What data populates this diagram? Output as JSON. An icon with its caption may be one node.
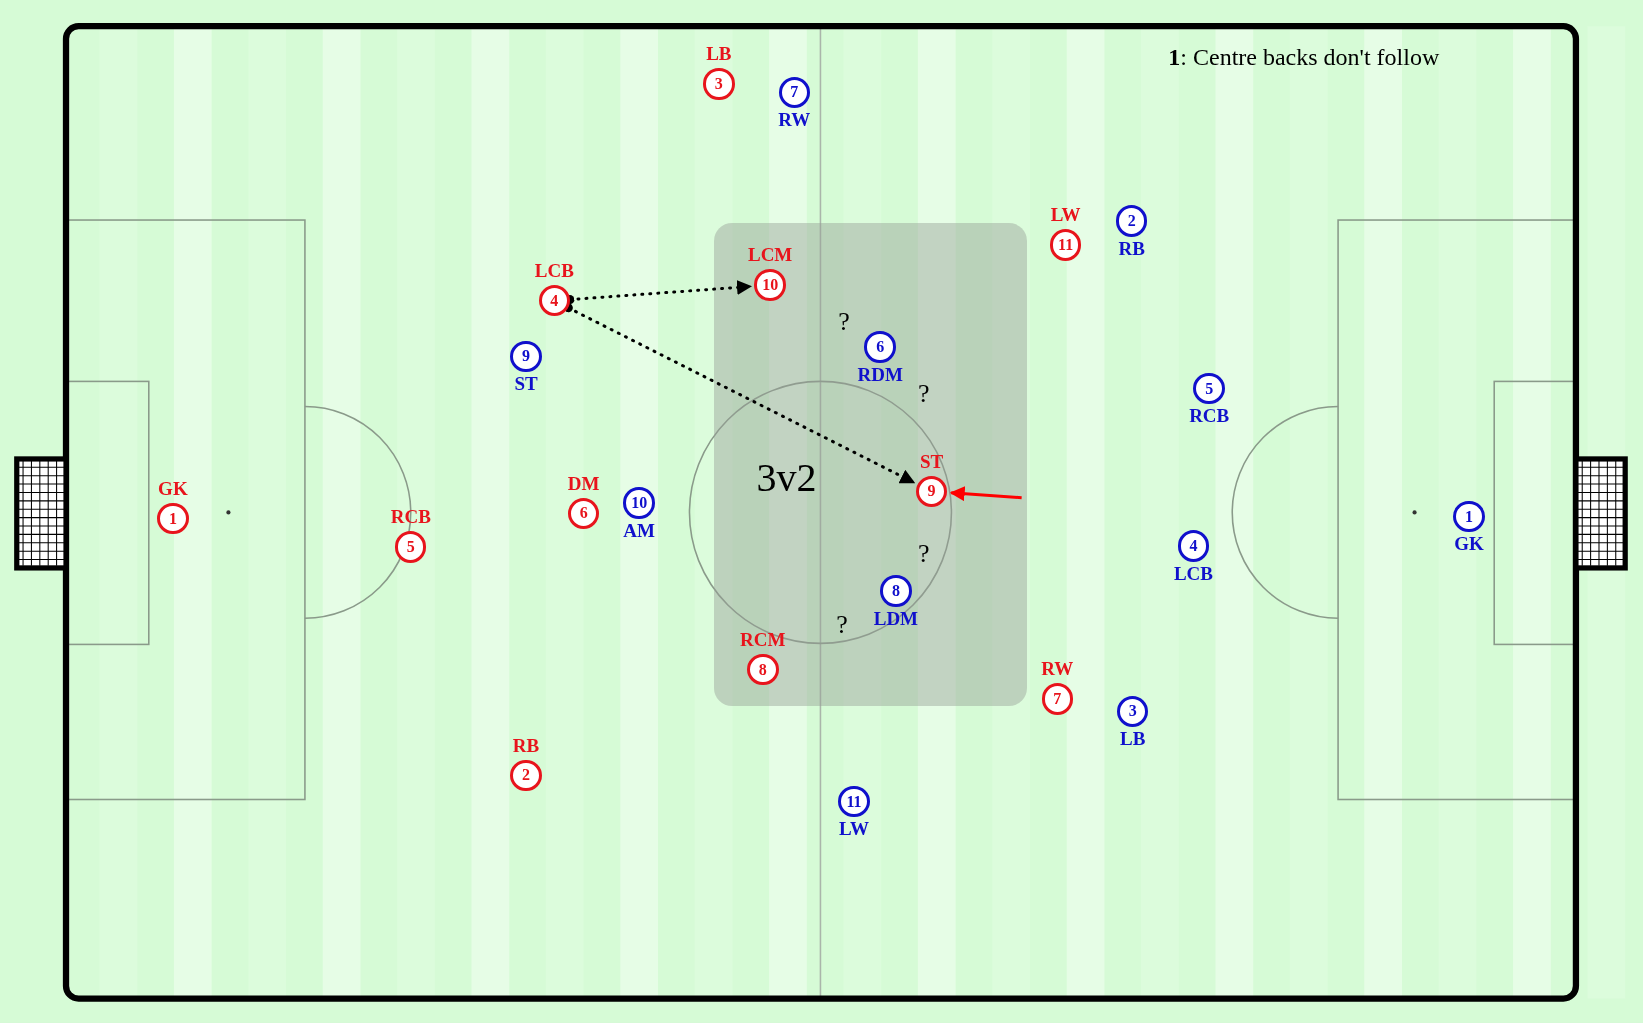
{
  "diagram": {
    "nodes": [
      {
        "text": [
          "3v2"
        ]
      },
      {
        "text": [
          "3"
        ],
        "beside": [
          "LB"
        ]
      },
      {
        "text": [
          "11"
        ],
        "beside": [
          "LW"
        ]
      },
      {
        "text": [
          "4"
        ],
        "beside": [
          "LCB"
        ]
      },
      {
        "text": [
          "10"
        ],
        "beside": [
          "LCM"
        ],
        "in": 0
      },
      {
        "text": [
          "9"
        ],
        "beside": [
          "ST"
        ],
        "in": 0
      },
      {
        "text": [
          "6"
        ],
        "beside": [
          "DM"
        ]
      },
      {
        "text": [
          "1"
        ],
        "beside": [
          "GK"
        ]
      },
      {
        "text": [
          "5"
        ],
        "beside": [
          "RCB"
        ]
      },
      {
        "text": [
          "8"
        ],
        "beside": [
          "RCM"
        ],
        "in": 0
      },
      {
        "text": [
          "7"
        ],
        "beside": [
          "RW"
        ]
      },
      {
        "text": [
          "2"
        ],
        "beside": [
          "RB"
        ]
      },
      {
        "text": [
          "7"
        ],
        "beside": [
          "RW"
        ]
      },
      {
        "text": [
          "2"
        ],
        "beside": [
          "RB"
        ]
      },
      {
        "text": [
          "6"
        ],
        "beside": [
          "RDM"
        ],
        "in": 0
      },
      {
        "text": [
          "9"
        ],
        "beside": [
          "ST"
        ]
      },
      {
        "text": [
          "5"
        ],
        "beside": [
          "RCB"
        ]
      },
      {
        "text": [
          "10"
        ],
        "beside": [
          "AM"
        ]
      },
      {
        "text": [
          "1"
        ],
        "beside": [
          "GK"
        ]
      },
      {
        "text": [
          "4"
        ],
        "beside": [
          "LCB"
        ]
      },
      {
        "text": [
          "8"
        ],
        "beside": [
          "LDM"
        ],
        "in": 0
      },
      {
        "text": [
          "3"
        ],
        "beside": [
          "LB"
        ]
      },
      {
        "text": [
          "11"
        ],
        "beside": [
          "LW"
        ]
      }
    ],
    "edges": [
      {
        "from": 3,
        "to": 4,
        "arrow": "to",
        "style": "dashed"
      },
      {
        "from": 3,
        "to": 5,
        "arrow": "to",
        "style": "dashed"
      },
      {
        "from": null,
        "to": 5,
        "arrow": "to",
        "color": "#ff0000"
      }
    ],
    "labels": [
      "**1**: Centre backs don't follow",
      "?",
      "?",
      "?",
      "?"
    ]
  }
}
